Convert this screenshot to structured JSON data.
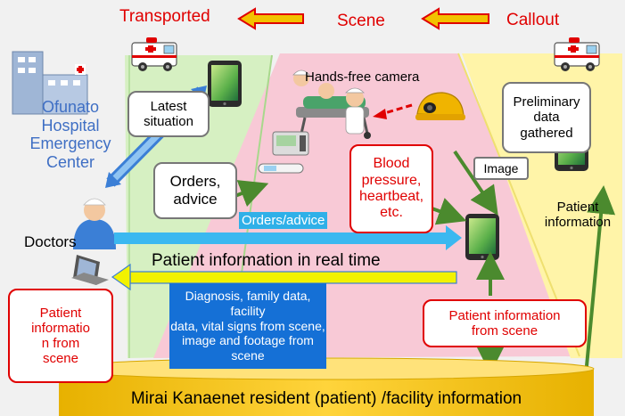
{
  "flow": {
    "transported": "Transported",
    "scene": "Scene",
    "callout": "Callout"
  },
  "labels": {
    "hospital": "Ofunato\nHospital\nEmergency\nCenter",
    "doctors": "Doctors",
    "latest_situation": "Latest\nsituation",
    "orders_advice_box": "Orders,\nadvice",
    "orders_advice_bar": "Orders/advice",
    "hands_free_camera": "Hands-free camera",
    "vitals": "Blood\npressure,\nheartbeat,\netc.",
    "image": "Image",
    "preliminary": "Preliminary\ndata\ngathered",
    "patient_information": "Patient\ninformation",
    "realtime": "Patient information in real time",
    "diagnosis": "Diagnosis, family data, facility\ndata, vital signs from scene,\nimage and footage from\nscene",
    "patient_info_scene_right": "Patient information\nfrom scene",
    "patient_info_scene_left": "Patient\ninformatio\nn from\nscene",
    "database": "Mirai Kanaenet resident (patient) /facility information"
  },
  "colors": {
    "accent_red": "#e00000",
    "arrow_yellow": "#f2c200",
    "arrow_blue": "#3b9ae6",
    "hospital_blue": "#4a7fd1",
    "panel_green": "#d6f0c2",
    "panel_pink": "#f8c9d6",
    "panel_yellow": "#fff4a8",
    "diagnosis_blue": "#1570d6",
    "database_yellow": "#f5c400"
  },
  "icons": [
    "ambulance-icon",
    "hospital-building-icon",
    "tablet-icon",
    "doctor-icon",
    "laptop-icon",
    "patient-stretcher-icon",
    "camera-helmet-icon",
    "blood-pressure-monitor-icon",
    "thermometer-icon",
    "database-cylinder-icon"
  ]
}
